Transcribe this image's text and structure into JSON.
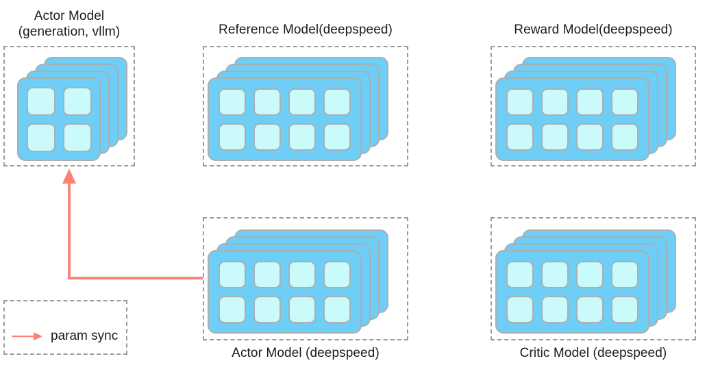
{
  "diagram": {
    "title_text_color": "#1a1a1a",
    "accent_arrow_color": "#FB8275",
    "card_fill_color": "#6ECEF5",
    "cell_fill_color": "#CBFAFB",
    "box_border_color": "#9a9a9a",
    "background_color": "#ffffff"
  },
  "panels": [
    {
      "id": "actor-vllm",
      "title": "Actor Model\n(generation, vllm)",
      "title_position": "above",
      "cards": 4,
      "grid_cols": 2,
      "grid_rows": 2,
      "cells": 4
    },
    {
      "id": "reference-model",
      "title": "Reference Model(deepspeed)",
      "title_position": "above",
      "cards": 4,
      "grid_cols": 4,
      "grid_rows": 2,
      "cells": 8
    },
    {
      "id": "reward-model",
      "title": "Reward Model(deepspeed)",
      "title_position": "above",
      "cards": 4,
      "grid_cols": 4,
      "grid_rows": 2,
      "cells": 8
    },
    {
      "id": "actor-deepspeed",
      "title": "Actor Model (deepspeed)",
      "title_position": "below",
      "cards": 4,
      "grid_cols": 4,
      "grid_rows": 2,
      "cells": 8
    },
    {
      "id": "critic-model",
      "title": "Critic Model (deepspeed)",
      "title_position": "below",
      "cards": 4,
      "grid_cols": 4,
      "grid_rows": 2,
      "cells": 8
    }
  ],
  "legend": {
    "label": "param sync",
    "arrow_color": "#FB8275"
  },
  "connection": {
    "from": "actor-deepspeed",
    "to": "actor-vllm",
    "label": "param sync"
  }
}
